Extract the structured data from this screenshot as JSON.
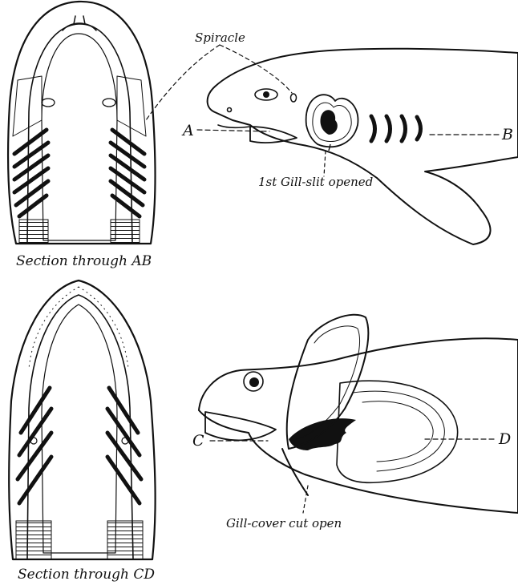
{
  "labels": {
    "spiracle": "Spiracle",
    "point_a": "A",
    "point_b": "B",
    "gill_slit": "1st Gill-slit opened",
    "caption_ab": "Section through AB",
    "point_c": "C",
    "point_d": "D",
    "gill_cover": "Gill-cover cut open",
    "caption_cd": "Section through CD"
  }
}
